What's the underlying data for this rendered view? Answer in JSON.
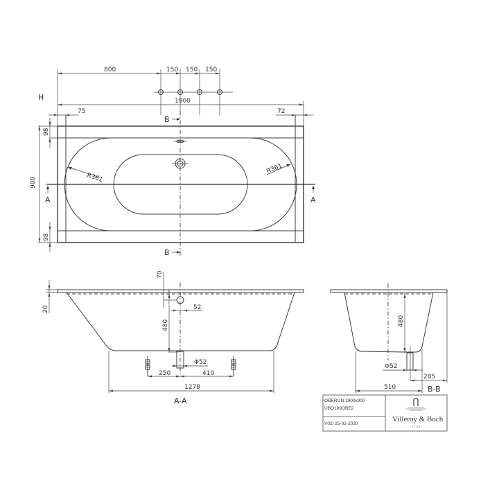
{
  "drawing": {
    "type": "technical-drawing",
    "subject": "bathtub dimension drawing",
    "plan_view": {
      "label_H": "H",
      "dims": {
        "tap_offset": "800",
        "tap_spacing_1": "150",
        "tap_spacing_2": "150",
        "tap_spacing_3": "150",
        "overall_length": "1900",
        "left_offset": "75",
        "right_offset": "72",
        "overall_width": "900",
        "top_rim": "98",
        "bottom_rim": "98",
        "radius_left": "R361",
        "radius_right": "R361"
      },
      "section_markers": {
        "b_top": "B",
        "b_bottom": "B",
        "a_left": "A",
        "a_right": "A"
      }
    },
    "section_a": {
      "title": "A-A",
      "dims": {
        "rim_thickness": "20",
        "overflow_height": "70",
        "overflow_diameter": "52",
        "depth": "480",
        "waste_diameter": "Φ52",
        "left_foot_to_waste": "250",
        "waste_to_right_foot": "410",
        "base_length": "1278"
      }
    },
    "section_b": {
      "title": "B-B",
      "dims": {
        "depth": "480",
        "waste_diameter": "Φ52",
        "waste_to_edge": "285",
        "base_width": "510"
      }
    },
    "title_block": {
      "product_line1": "OBERON 1900x900",
      "product_line2": "UBQ199OBE2",
      "version": "V02/ 25-02-2020",
      "brand": "Villeroy & Boch",
      "brand_year": "1748",
      "brand_icon": "tap-logo-icon"
    }
  }
}
